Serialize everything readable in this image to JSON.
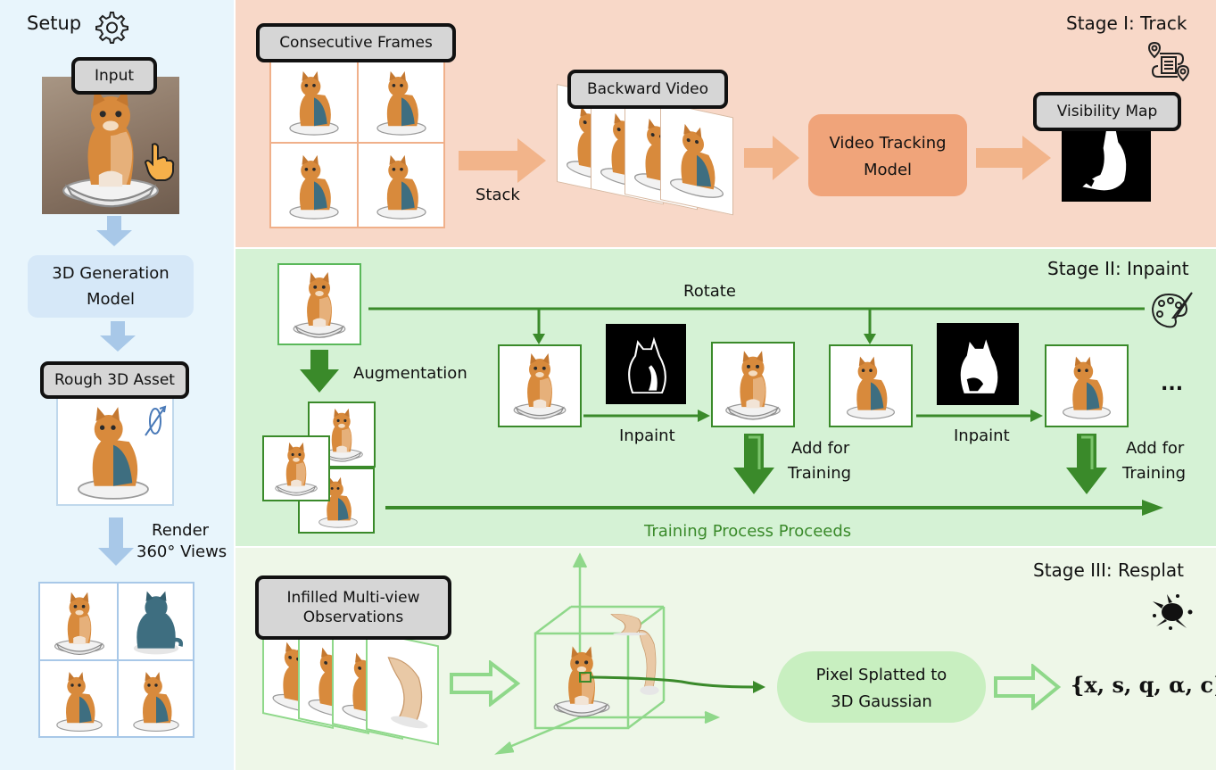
{
  "setup": {
    "title": "Setup",
    "input_label": "Input",
    "gen_model_line1": "3D Generation",
    "gen_model_line2": "Model",
    "rough_asset_label": "Rough 3D Asset",
    "render_line1": "Render",
    "render_line2": "360° Views"
  },
  "stage1": {
    "title": "Stage I: Track",
    "consecutive_frames": "Consecutive Frames",
    "stack": "Stack",
    "backward_video": "Backward Video",
    "tracking_line1": "Video Tracking",
    "tracking_line2": "Model",
    "visibility_map": "Visibility Map"
  },
  "stage2": {
    "title": "Stage II: Inpaint",
    "rotate": "Rotate",
    "augmentation": "Augmentation",
    "inpaint_1": "Inpaint",
    "inpaint_2": "Inpaint",
    "add_1_line1": "Add for",
    "add_1_line2": "Training",
    "add_2_line1": "Add for",
    "add_2_line2": "Training",
    "ellipsis": "...",
    "training_proceeds": "Training Process Proceeds"
  },
  "stage3": {
    "title": "Stage III: Resplat",
    "infilled_line1": "Infilled Multi-view",
    "infilled_line2": "Observations",
    "splat_line1": "Pixel Splatted to",
    "splat_line2": "3D Gaussian",
    "params": "{x, s, q, α, c}"
  },
  "colors": {
    "setup_bg": "#e8f5fc",
    "stage1_bg": "#f8d8c8",
    "stage2_bg": "#d5f2d5",
    "stage3_bg": "#eef7e8",
    "blue_box": "#d6e8f8",
    "blue_arrow": "#a8c8e8",
    "orange_arrow": "#f2b48a",
    "tracking_box": "#f0a47a",
    "dark_green": "#3a8a2a",
    "light_green": "#8fd88a",
    "splat_box": "#c8efc0",
    "cat_orange": "#d88a3c",
    "cat_blue": "#3e6e80"
  },
  "icons": [
    "gear-icon",
    "map-pin-icon",
    "palette-icon",
    "splat-icon",
    "rotate-icon",
    "hand-pointer-icon"
  ]
}
